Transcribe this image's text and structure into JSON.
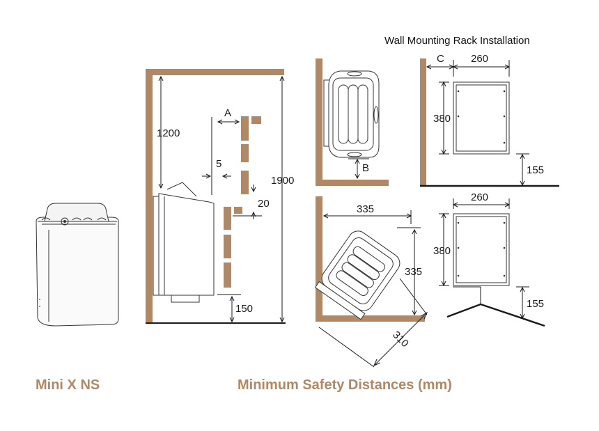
{
  "captions": {
    "product_name": "Mini X NS",
    "diagram_title": "Minimum Safety Distances (mm)"
  },
  "colors": {
    "wall": "#b08866",
    "caption": "#b08866",
    "line": "#1a1a1a"
  },
  "side_view": {
    "height_to_top": "1200",
    "room_height": "1900",
    "gap_to_wall": "5",
    "clearance_a": "A",
    "ceiling_gap": "20",
    "floor_clearance": "150"
  },
  "wall_top_view": {
    "distance_b": "B"
  },
  "corner_view": {
    "side_a": "335",
    "side_b": "335",
    "diagonal": "310"
  },
  "rack": {
    "title": "Wall Mounting Rack Installation",
    "distance_c": "C",
    "wall_width": "260",
    "wall_height": "380",
    "wall_floor": "155",
    "corner_width": "260",
    "corner_height": "380",
    "corner_floor": "155"
  }
}
